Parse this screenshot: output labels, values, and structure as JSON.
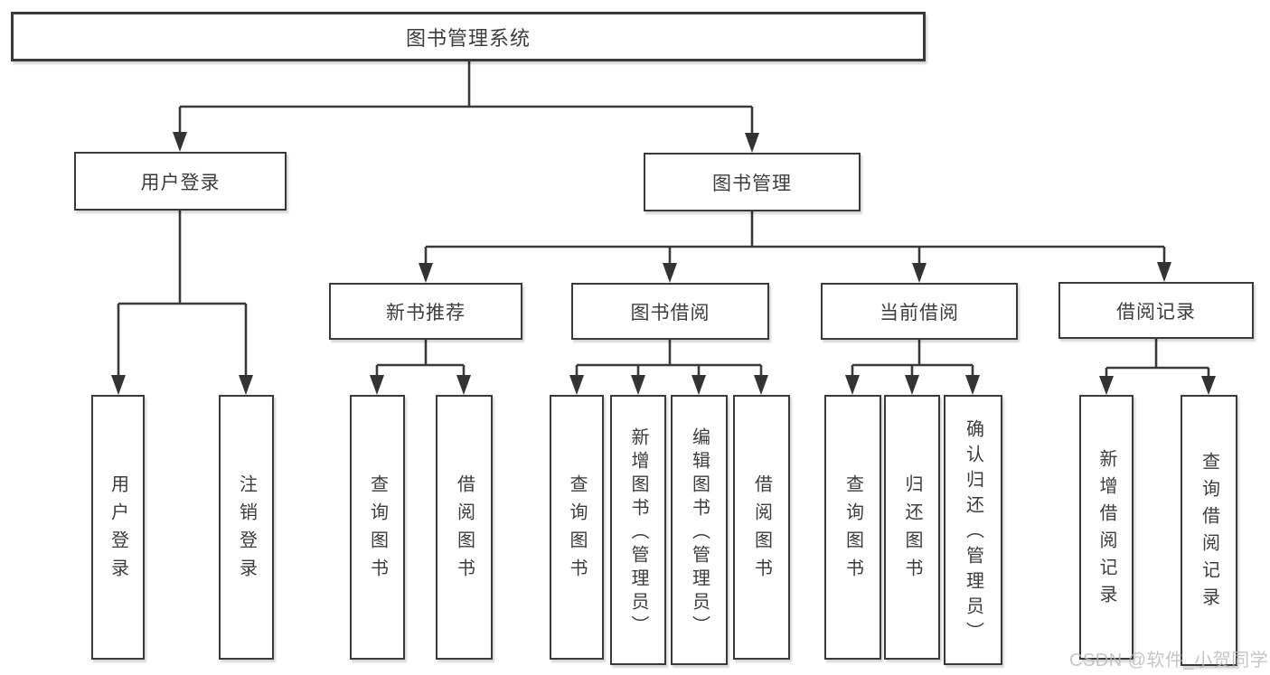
{
  "colors": {
    "line": "#3a3a3a",
    "box_border": "#3a3a3a",
    "box_fill": "#ffffff",
    "text": "#3d3d3d",
    "watermark": "#b9b9b9"
  },
  "watermark": "CSDN @软件_小贺同学",
  "tree": {
    "label": "图书管理系统",
    "children": [
      {
        "label": "用户登录",
        "children": [
          {
            "label": "用户登录"
          },
          {
            "label": "注销登录"
          }
        ]
      },
      {
        "label": "图书管理",
        "children": [
          {
            "label": "新书推荐",
            "children": [
              {
                "label": "查询图书"
              },
              {
                "label": "借阅图书"
              }
            ]
          },
          {
            "label": "图书借阅",
            "children": [
              {
                "label": "查询图书"
              },
              {
                "label": "新增图书（管理员）"
              },
              {
                "label": "编辑图书（管理员）"
              },
              {
                "label": "借阅图书"
              }
            ]
          },
          {
            "label": "当前借阅",
            "children": [
              {
                "label": "查询图书"
              },
              {
                "label": "归还图书"
              },
              {
                "label": "确认归还（管理员）"
              }
            ]
          },
          {
            "label": "借阅记录",
            "children": [
              {
                "label": "新增借阅记录"
              },
              {
                "label": "查询借阅记录"
              }
            ]
          }
        ]
      }
    ]
  }
}
